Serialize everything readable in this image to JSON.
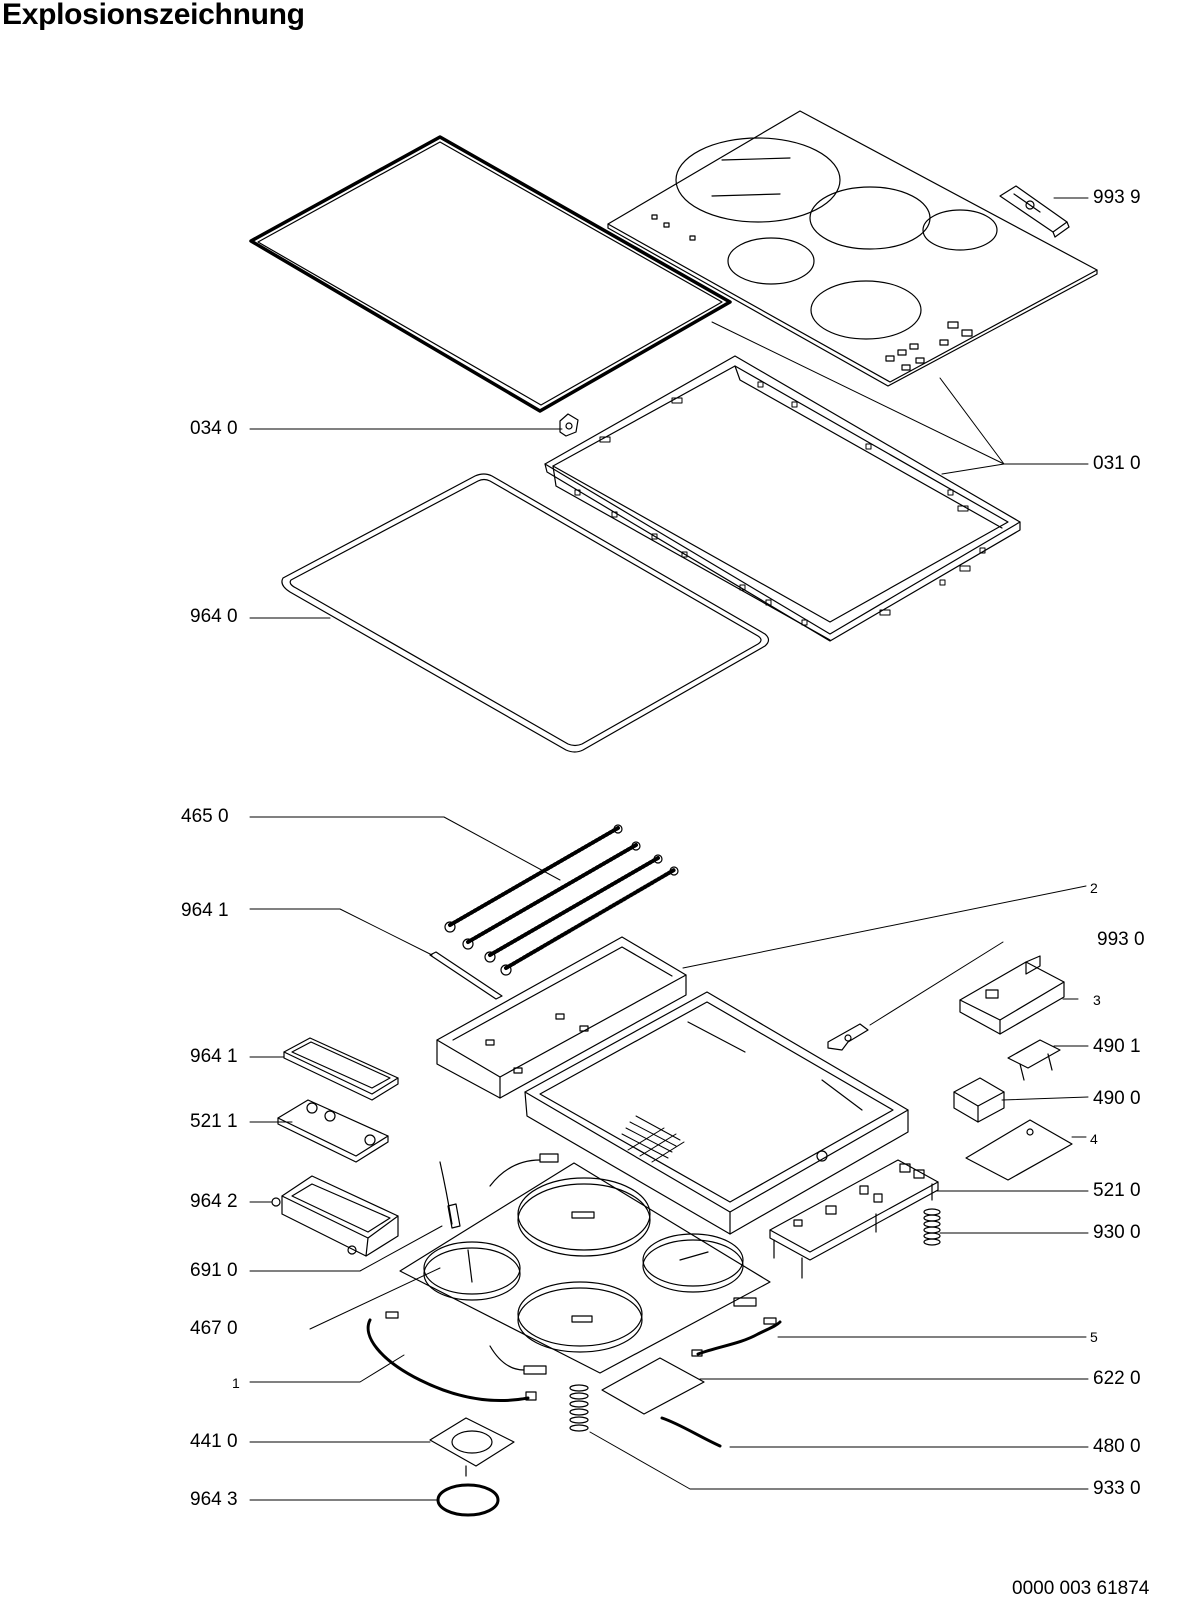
{
  "title": "Explosionszeichnung",
  "document_number": "0000 003 61874",
  "labels": [
    {
      "id": "p9939",
      "text": "993 9"
    },
    {
      "id": "p0340",
      "text": "034 0"
    },
    {
      "id": "p0310",
      "text": "031 0"
    },
    {
      "id": "p9640",
      "text": "964 0"
    },
    {
      "id": "p4650",
      "text": "465 0"
    },
    {
      "id": "p9641a",
      "text": "964 1"
    },
    {
      "id": "p2",
      "text": "2"
    },
    {
      "id": "p9930",
      "text": "993 0"
    },
    {
      "id": "p3",
      "text": "3"
    },
    {
      "id": "p9641b",
      "text": "964 1"
    },
    {
      "id": "p4901",
      "text": "490 1"
    },
    {
      "id": "p4900",
      "text": "490 0"
    },
    {
      "id": "p5211",
      "text": "521 1"
    },
    {
      "id": "p4",
      "text": "4"
    },
    {
      "id": "p9642",
      "text": "964 2"
    },
    {
      "id": "p5210",
      "text": "521 0"
    },
    {
      "id": "p9300",
      "text": "930 0"
    },
    {
      "id": "p6910",
      "text": "691 0"
    },
    {
      "id": "p4670",
      "text": "467 0"
    },
    {
      "id": "p5",
      "text": "5"
    },
    {
      "id": "p1",
      "text": "1"
    },
    {
      "id": "p6220",
      "text": "622 0"
    },
    {
      "id": "p4410",
      "text": "441 0"
    },
    {
      "id": "p4800",
      "text": "480 0"
    },
    {
      "id": "p9643",
      "text": "964 3"
    },
    {
      "id": "p9330",
      "text": "933 0"
    }
  ]
}
